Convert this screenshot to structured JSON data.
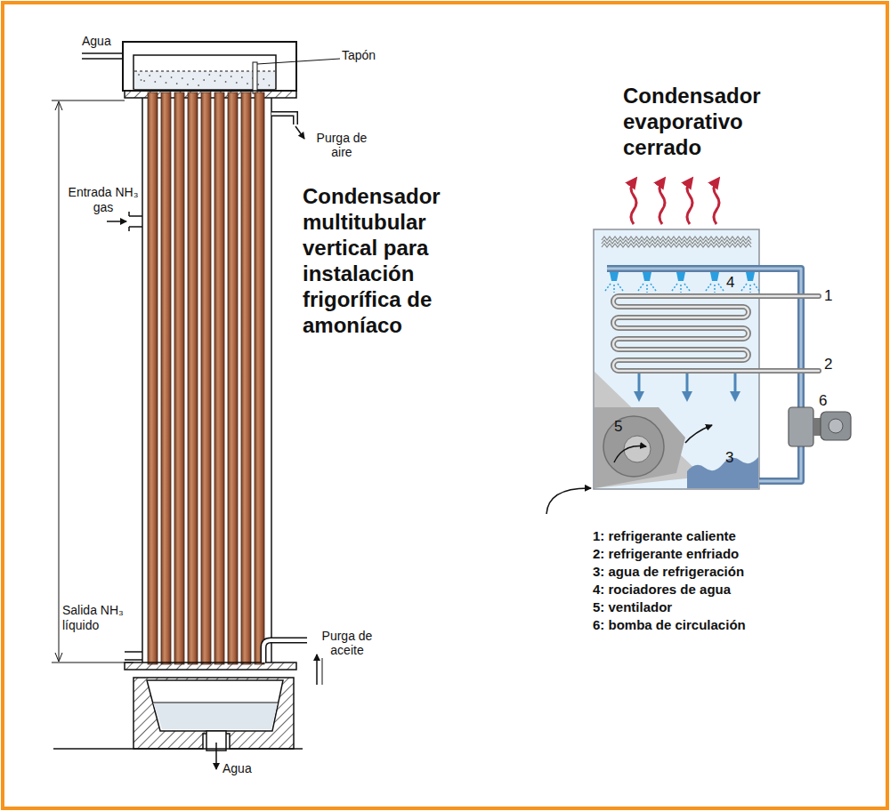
{
  "diagram": {
    "labels": [
      "Agua",
      "Tapón",
      "Purga de aire",
      "Entrada NH₃ gas",
      "Condensador multitubular vertical para instalación frigorífica de amoníaco",
      "Salida NH₃ líquido",
      "Purga de aceite",
      "Agua",
      "Condensador evaporativo cerrado",
      "1",
      "4",
      "2",
      "6",
      "5",
      "3",
      "1: refrigerante caliente",
      "2: refrigerante enfriado",
      "3: agua de refrigeración",
      "4: rociadores de agua",
      "5: ventilador",
      "6: bomba de circulación"
    ]
  }
}
